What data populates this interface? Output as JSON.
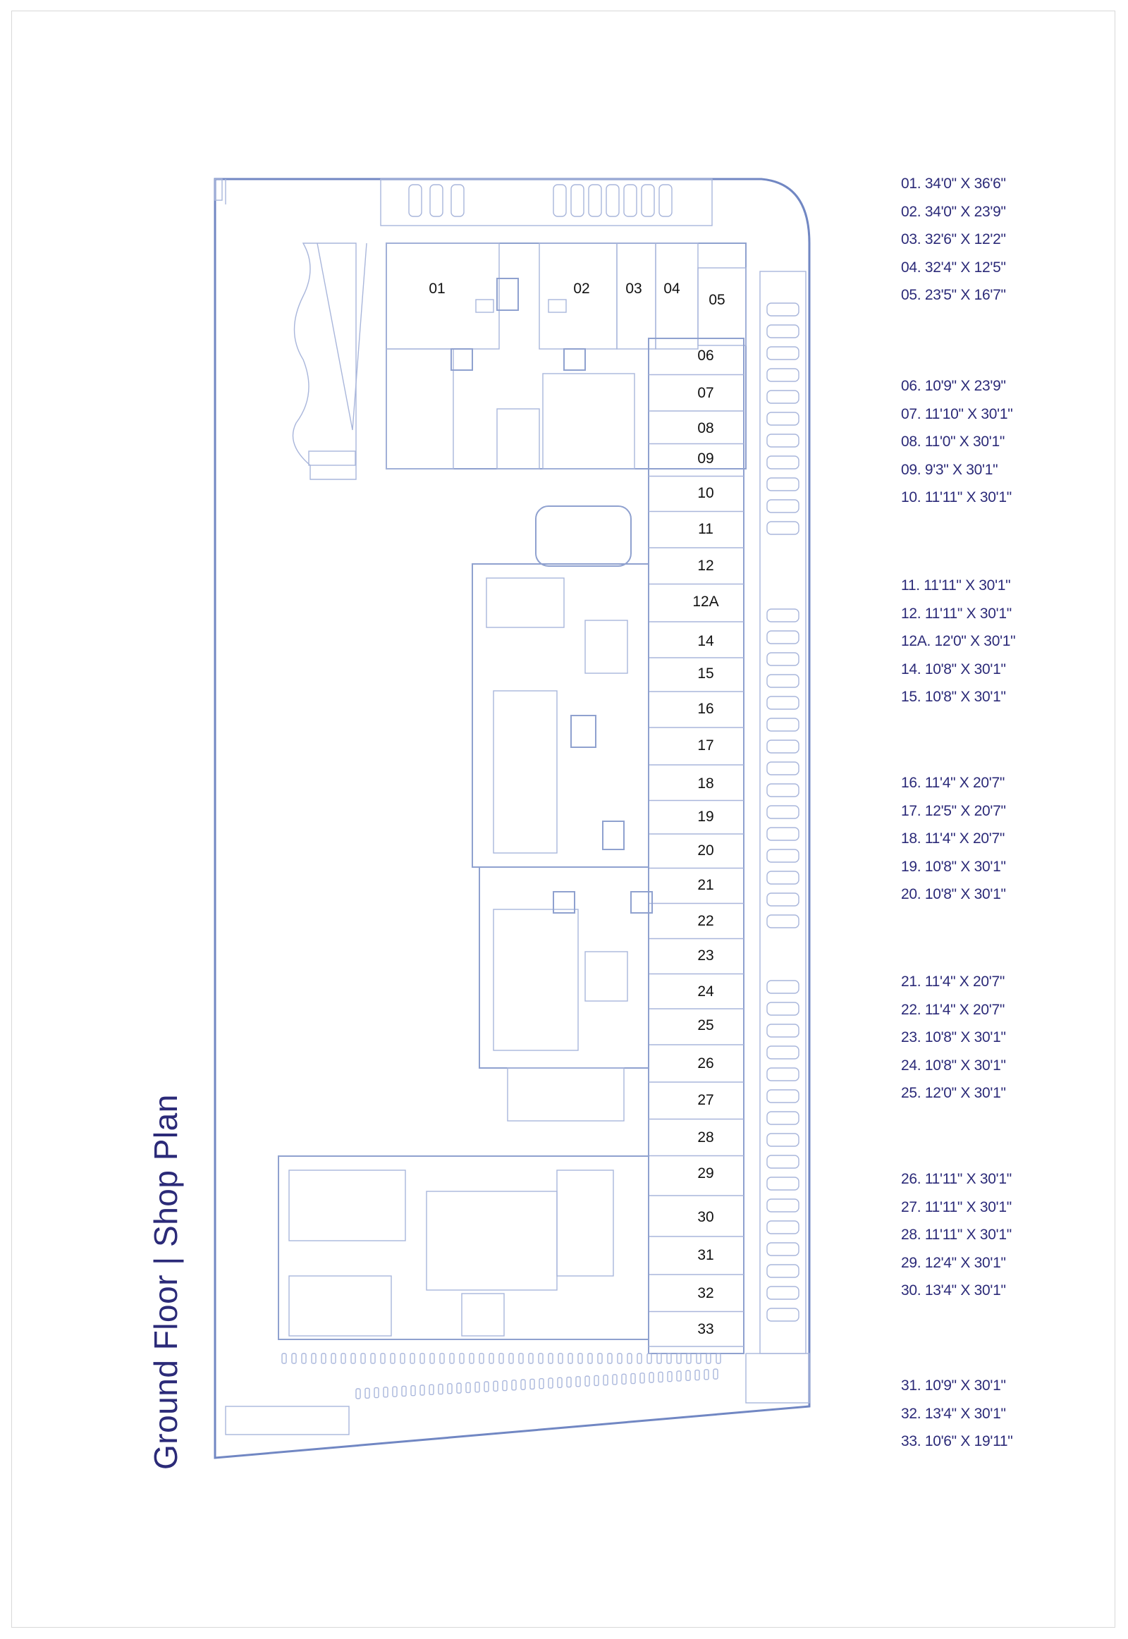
{
  "title": "Ground Floor | Shop Plan",
  "colors": {
    "title": "#2b2a78",
    "legend": "#2b2a78",
    "lines": "#8fa1cf"
  },
  "shops": [
    "01",
    "02",
    "03",
    "04",
    "05",
    "06",
    "07",
    "08",
    "09",
    "10",
    "11",
    "12",
    "12A",
    "14",
    "15",
    "16",
    "17",
    "18",
    "19",
    "20",
    "21",
    "22",
    "23",
    "24",
    "25",
    "26",
    "27",
    "28",
    "29",
    "30",
    "31",
    "32",
    "33"
  ],
  "legend": [
    [
      "01. 34'0\" X 36'6\"",
      "02. 34'0\" X 23'9\"",
      "03. 32'6\" X 12'2\"",
      "04. 32'4\" X 12'5\"",
      "05. 23'5\" X 16'7\""
    ],
    [
      "06. 10'9\" X 23'9\"",
      "07. 11'10\" X 30'1\"",
      "08. 11'0\" X 30'1\"",
      "09. 9'3\" X 30'1\"",
      "10. 11'11\" X 30'1\""
    ],
    [
      "11. 11'11\" X 30'1\"",
      "12. 11'11\" X 30'1\"",
      "12A. 12'0\" X 30'1\"",
      "14. 10'8\" X 30'1\"",
      "15. 10'8\" X 30'1\""
    ],
    [
      "16. 11'4\" X 20'7\"",
      "17. 12'5\" X 20'7\"",
      "18. 11'4\" X 20'7\"",
      "19. 10'8\" X 30'1\"",
      "20. 10'8\" X 30'1\""
    ],
    [
      "21. 11'4\" X 20'7\"",
      "22. 11'4\" X 20'7\"",
      "23. 10'8\" X 30'1\"",
      "24. 10'8\" X 30'1\"",
      "25. 12'0\" X 30'1\""
    ],
    [
      "26. 11'11\" X 30'1\"",
      "27. 11'11\" X 30'1\"",
      "28. 11'11\" X 30'1\"",
      "29. 12'4\" X 30'1\"",
      "30. 13'4\" X 30'1\""
    ],
    [
      "31. 10'9\" X 30'1\"",
      "32. 13'4\" X 30'1\"",
      "33. 10'6\" X 19'11\""
    ]
  ]
}
